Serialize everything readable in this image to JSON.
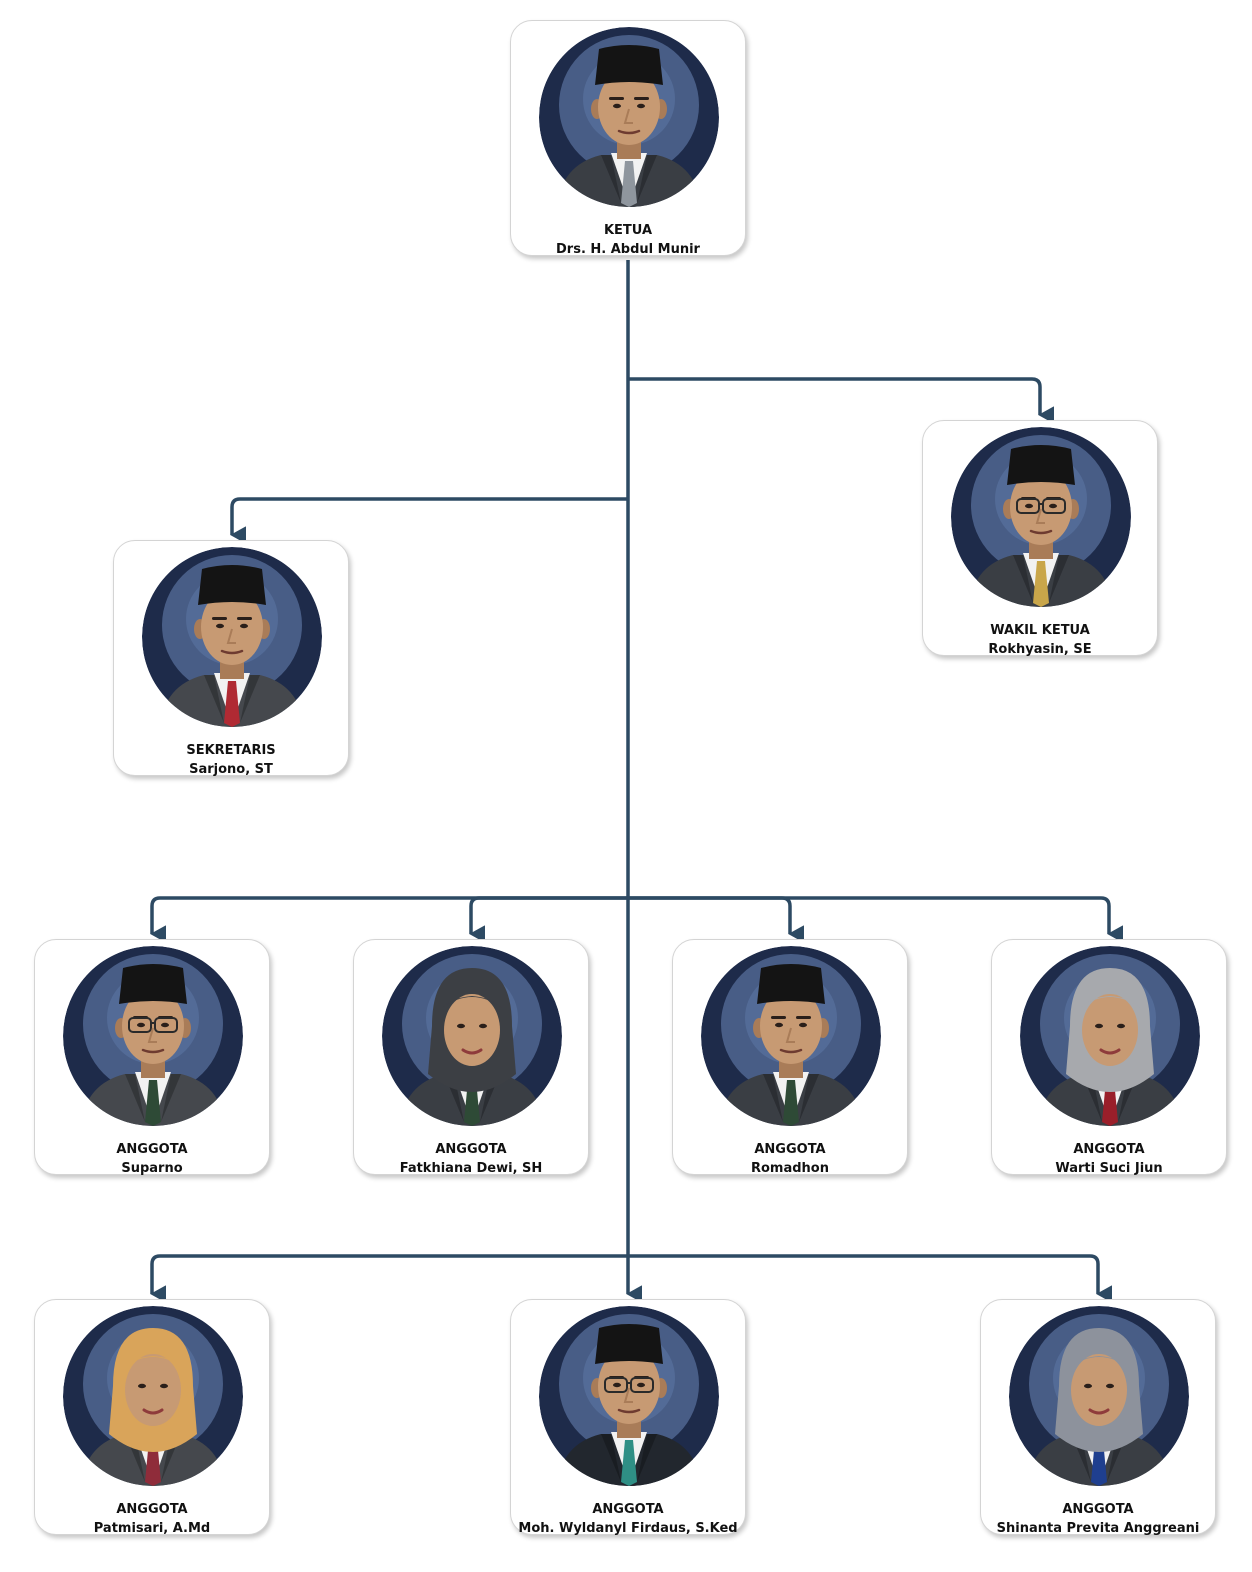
{
  "colors": {
    "connector": "#2d4a63",
    "card_border": "#d4d4d4",
    "photo_background_center": "#6b86b8",
    "photo_background_edge": "#1e2b4a",
    "text": "#111111"
  },
  "org_chart": {
    "ketua": {
      "role": "KETUA",
      "name": "Drs. H. Abdul Munir",
      "photo": {
        "headwear": "peci",
        "glasses": false,
        "tie": "#8f969e",
        "suit": "#3a3e44"
      }
    },
    "wakil_ketua": {
      "role": "WAKIL KETUA",
      "name": "Rokhyasin, SE",
      "photo": {
        "headwear": "peci",
        "glasses": true,
        "tie": "#c9a64a",
        "suit": "#3a3e44"
      }
    },
    "sekretaris": {
      "role": "SEKRETARIS",
      "name": "Sarjono, ST",
      "photo": {
        "headwear": "peci",
        "glasses": false,
        "tie": "#b02a33",
        "suit": "#45484d"
      }
    },
    "anggota": [
      {
        "role": "ANGGOTA",
        "name": "Suparno",
        "photo": {
          "headwear": "peci",
          "glasses": true,
          "tie": "#2e4a36",
          "suit": "#45484d"
        }
      },
      {
        "role": "ANGGOTA",
        "name": "Fatkhiana Dewi, SH",
        "photo": {
          "headwear": "hijab",
          "hijab_color": "#3c3f44",
          "tie": "#2e4a36",
          "suit": "#3a3e44"
        }
      },
      {
        "role": "ANGGOTA",
        "name": "Romadhon",
        "photo": {
          "headwear": "peci",
          "glasses": false,
          "tie": "#2e4a36",
          "suit": "#3a3e44"
        }
      },
      {
        "role": "ANGGOTA",
        "name": "Warti Suci Jiun",
        "photo": {
          "headwear": "hijab",
          "hijab_color": "#a7a9ad",
          "tie": "#9a1f2a",
          "suit": "#3a3e44"
        }
      },
      {
        "role": "ANGGOTA",
        "name": "Patmisari, A.Md",
        "photo": {
          "headwear": "hijab",
          "hijab_color": "#d9a45a",
          "tie": "#8f2c3a",
          "suit": "#45484d"
        }
      },
      {
        "role": "ANGGOTA",
        "name": "Moh. Wyldanyl Firdaus, S.Ked",
        "photo": {
          "headwear": "peci",
          "glasses": true,
          "tie": "#2f8f85",
          "suit": "#22272e"
        }
      },
      {
        "role": "ANGGOTA",
        "name": "Shinanta Previta Anggreani",
        "photo": {
          "headwear": "hijab",
          "hijab_color": "#8d929c",
          "tie": "#1f3f8f",
          "suit": "#3a3e44"
        }
      }
    ]
  }
}
